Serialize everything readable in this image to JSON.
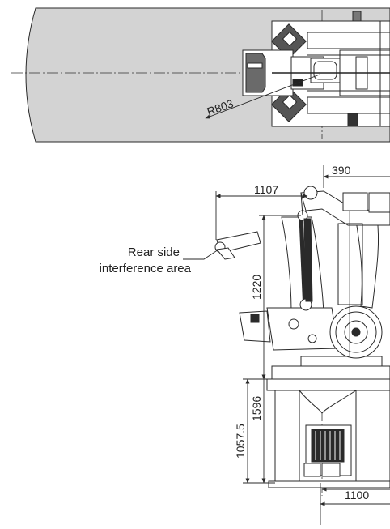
{
  "top_view": {
    "radius_label": "R803"
  },
  "side_view": {
    "callout_line1": "Rear side",
    "callout_line2": "interference area",
    "dim_top_width": "390",
    "dim_rear_reach": "1107",
    "dim_arm_height": "1220",
    "dim_total_height": "1596",
    "dim_base_height": "1057.5",
    "dim_front_reach": "1100"
  },
  "colors": {
    "interference_area": "#d3d3d3",
    "line": "#2a2a2a"
  }
}
